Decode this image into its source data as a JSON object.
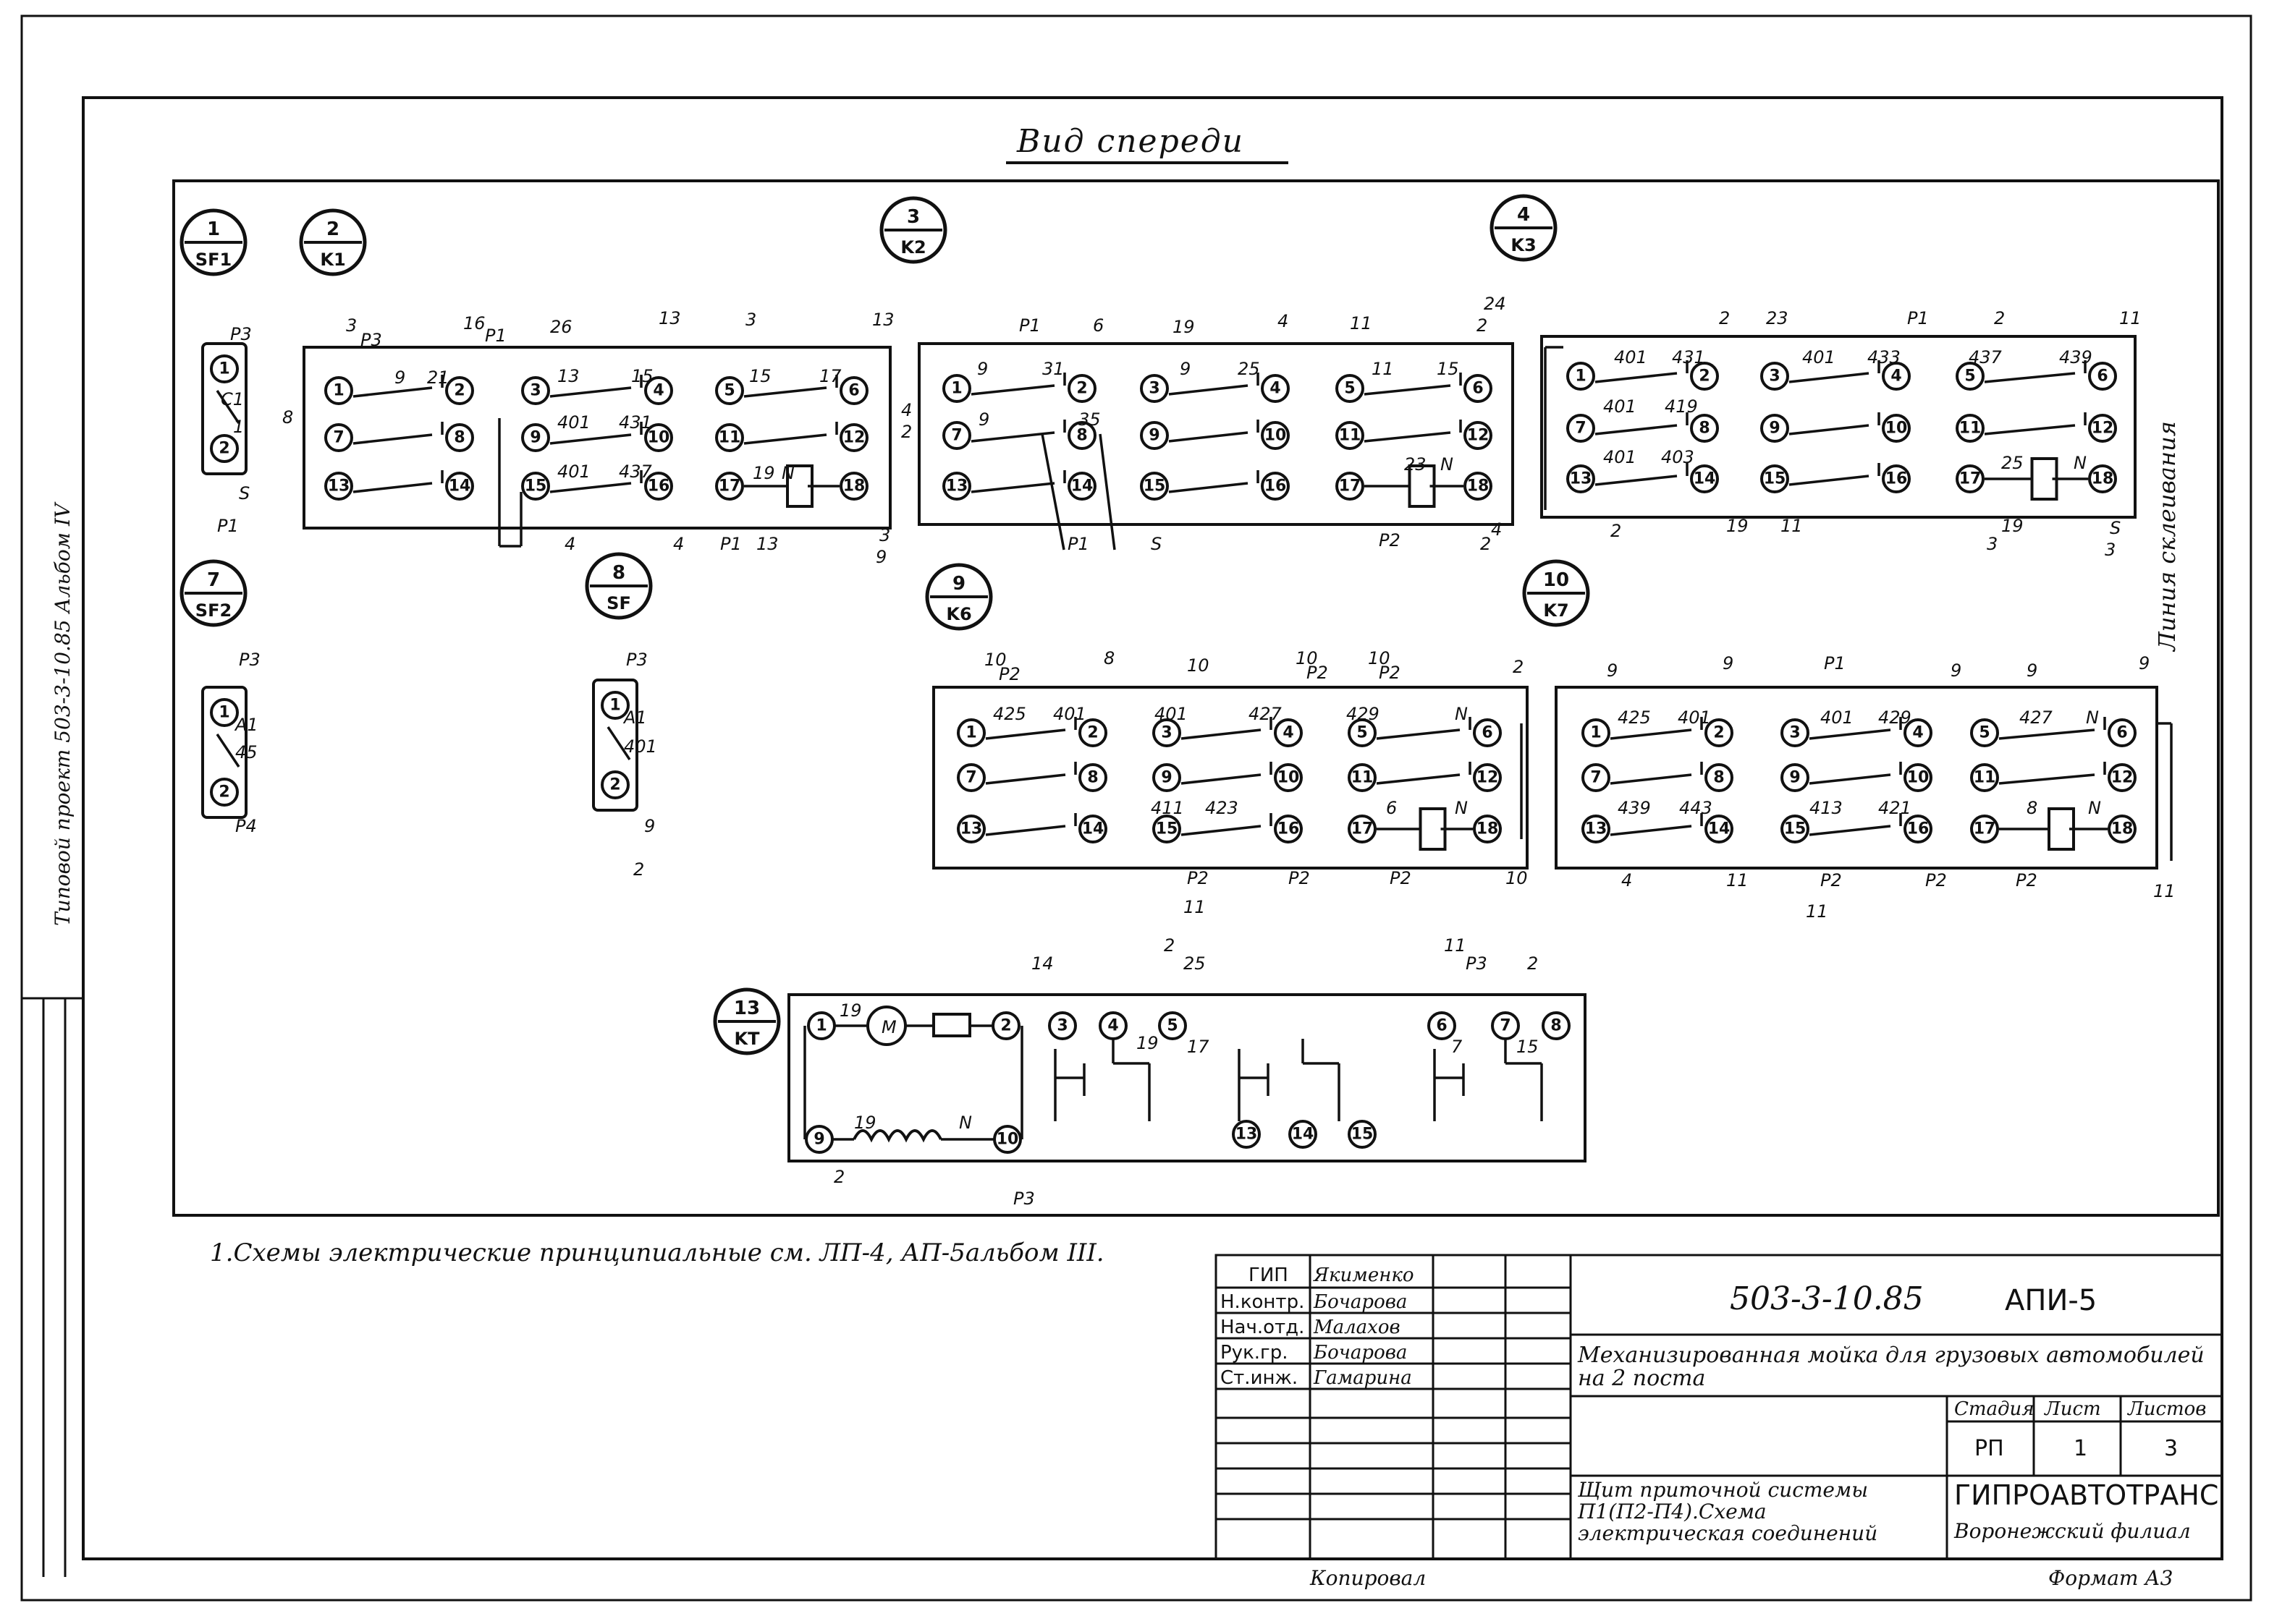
{
  "drawing": {
    "title": "Вид спереди",
    "note": "1.Схемы электрические принципиальные см. ЛП-4, АП-5альбом III.",
    "side_label": "Линия склеивания",
    "left_margin": "Типовой проект 503-3-10.85 Альбом IV",
    "copied_label": "Копировал",
    "format_label": "Формат А3"
  },
  "devices": [
    {
      "id": "d1",
      "top": "1",
      "bottom": "SF1"
    },
    {
      "id": "d2",
      "top": "2",
      "bottom": "K1"
    },
    {
      "id": "d3",
      "top": "3",
      "bottom": "K2"
    },
    {
      "id": "d4",
      "top": "4",
      "bottom": "K3"
    },
    {
      "id": "d7",
      "top": "7",
      "bottom": "SF2"
    },
    {
      "id": "d8",
      "top": "8",
      "bottom": "SF"
    },
    {
      "id": "d9",
      "top": "9",
      "bottom": "K6"
    },
    {
      "id": "d10",
      "top": "10",
      "bottom": "K7"
    },
    {
      "id": "d13",
      "top": "13",
      "bottom": "KT"
    }
  ],
  "wire_labels": [
    {
      "t": "P3"
    },
    {
      "t": "C1"
    },
    {
      "t": "1"
    },
    {
      "t": "S"
    },
    {
      "t": "P1"
    },
    {
      "t": "3"
    },
    {
      "t": "P3"
    },
    {
      "t": "16"
    },
    {
      "t": "P1"
    },
    {
      "t": "26"
    },
    {
      "t": "13"
    },
    {
      "t": "3"
    },
    {
      "t": "13"
    },
    {
      "t": "9"
    },
    {
      "t": "21"
    },
    {
      "t": "13"
    },
    {
      "t": "15"
    },
    {
      "t": "15"
    },
    {
      "t": "17"
    },
    {
      "t": "8"
    },
    {
      "t": "401"
    },
    {
      "t": "431"
    },
    {
      "t": "401"
    },
    {
      "t": "437"
    },
    {
      "t": "19"
    },
    {
      "t": "N"
    },
    {
      "t": "4"
    },
    {
      "t": "4"
    },
    {
      "t": "P1"
    },
    {
      "t": "13"
    },
    {
      "t": "3"
    },
    {
      "t": "9"
    },
    {
      "t": "P1"
    },
    {
      "t": "6"
    },
    {
      "t": "19"
    },
    {
      "t": "4"
    },
    {
      "t": "11"
    },
    {
      "t": "24"
    },
    {
      "t": "2"
    },
    {
      "t": "9"
    },
    {
      "t": "31"
    },
    {
      "t": "9"
    },
    {
      "t": "25"
    },
    {
      "t": "11"
    },
    {
      "t": "15"
    },
    {
      "t": "4"
    },
    {
      "t": "2"
    },
    {
      "t": "9"
    },
    {
      "t": "35"
    },
    {
      "t": "23"
    },
    {
      "t": "N"
    },
    {
      "t": "P1"
    },
    {
      "t": "S"
    },
    {
      "t": "P2"
    },
    {
      "t": "2"
    },
    {
      "t": "4"
    },
    {
      "t": "2"
    },
    {
      "t": "23"
    },
    {
      "t": "P1"
    },
    {
      "t": "2"
    },
    {
      "t": "11"
    },
    {
      "t": "401"
    },
    {
      "t": "431"
    },
    {
      "t": "401"
    },
    {
      "t": "433"
    },
    {
      "t": "437"
    },
    {
      "t": "439"
    },
    {
      "t": "401"
    },
    {
      "t": "419"
    },
    {
      "t": "401"
    },
    {
      "t": "403"
    },
    {
      "t": "25"
    },
    {
      "t": "N"
    },
    {
      "t": "2"
    },
    {
      "t": "19"
    },
    {
      "t": "11"
    },
    {
      "t": "19"
    },
    {
      "t": "3"
    },
    {
      "t": "S"
    },
    {
      "t": "3"
    },
    {
      "t": "P3"
    },
    {
      "t": "A1"
    },
    {
      "t": "45"
    },
    {
      "t": "P4"
    },
    {
      "t": "P3"
    },
    {
      "t": "A1"
    },
    {
      "t": "401"
    },
    {
      "t": "9"
    },
    {
      "t": "2"
    },
    {
      "t": "10"
    },
    {
      "t": "P2"
    },
    {
      "t": "8"
    },
    {
      "t": "10"
    },
    {
      "t": "10"
    },
    {
      "t": "P2"
    },
    {
      "t": "10"
    },
    {
      "t": "P2"
    },
    {
      "t": "2"
    },
    {
      "t": "425"
    },
    {
      "t": "401"
    },
    {
      "t": "401"
    },
    {
      "t": "427"
    },
    {
      "t": "429"
    },
    {
      "t": "N"
    },
    {
      "t": "411"
    },
    {
      "t": "423"
    },
    {
      "t": "6"
    },
    {
      "t": "N"
    },
    {
      "t": "P2"
    },
    {
      "t": "11"
    },
    {
      "t": "P2"
    },
    {
      "t": "P2"
    },
    {
      "t": "10"
    },
    {
      "t": "9"
    },
    {
      "t": "9"
    },
    {
      "t": "P1"
    },
    {
      "t": "9"
    },
    {
      "t": "9"
    },
    {
      "t": "9"
    },
    {
      "t": "425"
    },
    {
      "t": "401"
    },
    {
      "t": "401"
    },
    {
      "t": "429"
    },
    {
      "t": "427"
    },
    {
      "t": "N"
    },
    {
      "t": "439"
    },
    {
      "t": "443"
    },
    {
      "t": "413"
    },
    {
      "t": "421"
    },
    {
      "t": "8"
    },
    {
      "t": "N"
    },
    {
      "t": "4"
    },
    {
      "t": "11"
    },
    {
      "t": "P2"
    },
    {
      "t": "11"
    },
    {
      "t": "P2"
    },
    {
      "t": "P2"
    },
    {
      "t": "11"
    },
    {
      "t": "14"
    },
    {
      "t": "19"
    },
    {
      "t": "M"
    },
    {
      "t": "19"
    },
    {
      "t": "N"
    },
    {
      "t": "2"
    },
    {
      "t": "P3"
    },
    {
      "t": "2"
    },
    {
      "t": "25"
    },
    {
      "t": "19"
    },
    {
      "t": "17"
    },
    {
      "t": "11"
    },
    {
      "t": "P3"
    },
    {
      "t": "2"
    },
    {
      "t": "7"
    },
    {
      "t": "15"
    }
  ],
  "title_block": {
    "signers": [
      {
        "role": "ГИП",
        "name": "Якименко"
      },
      {
        "role": "Н.контр.",
        "name": "Бочарова"
      },
      {
        "role": "Нач.отд.",
        "name": "Малахов"
      },
      {
        "role": "Рук.гр.",
        "name": "Бочарова"
      },
      {
        "role": "Ст.инж.",
        "name": "Гамарина"
      }
    ],
    "doc_code": "503-3-10.85",
    "sheet_code": "АПИ-5",
    "object_name": "Механизированная мойка для грузовых автомобилей на 2 поста",
    "stage_header": "Стадия",
    "sheet_header": "Лист",
    "sheets_header": "Листов",
    "stage": "РП",
    "sheet": "1",
    "sheets": "3",
    "drawing_name": "Щит приточной системы П1(П2-П4).Схема электрическая соединений",
    "org_name": "ГИПРОАВТОТРАНС",
    "org_branch": "Воронежский филиал"
  }
}
